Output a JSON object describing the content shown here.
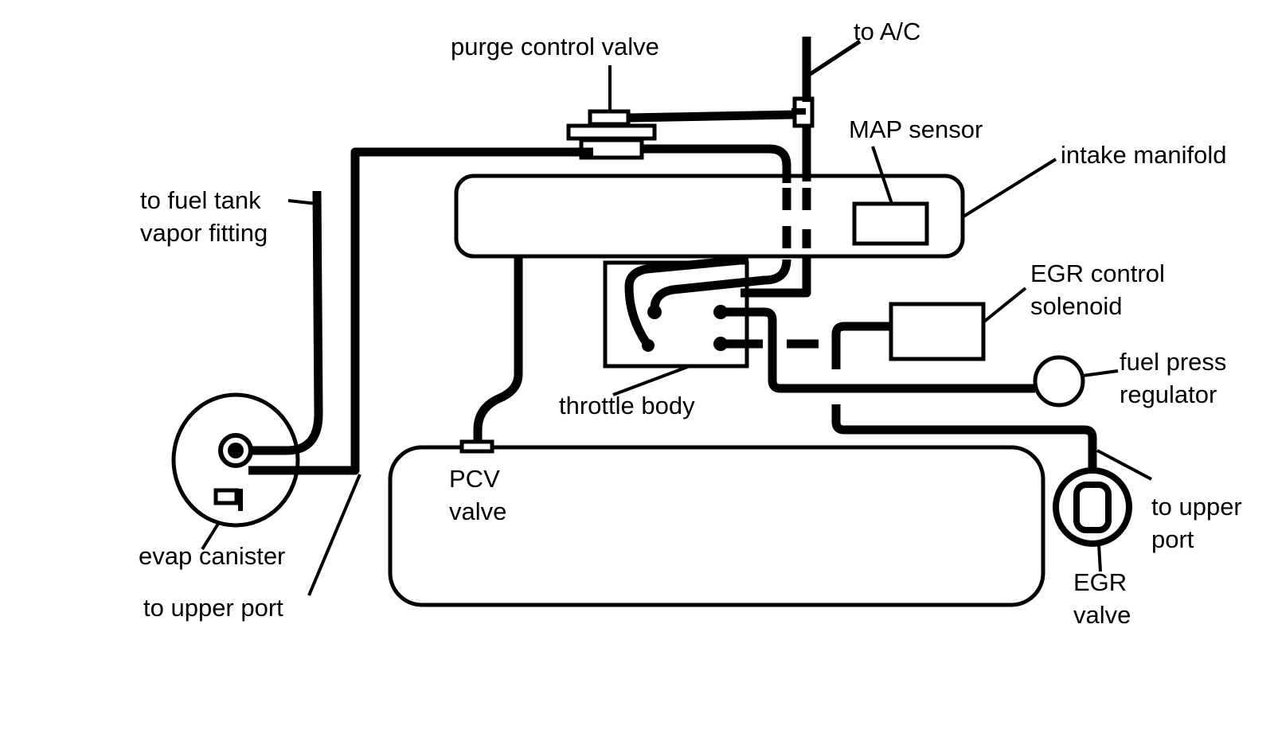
{
  "labels": {
    "purge_control_valve": "purge control valve",
    "to_ac": "to A/C",
    "map_sensor": "MAP sensor",
    "intake_manifold": "intake manifold",
    "to_fuel_tank_line1": "to fuel tank",
    "to_fuel_tank_line2": "vapor fitting",
    "egr_control_line1": "EGR control",
    "egr_control_line2": "solenoid",
    "fuel_press_line1": "fuel press",
    "fuel_press_line2": "regulator",
    "throttle_body": "throttle body",
    "pcv_line1": "PCV",
    "pcv_line2": "valve",
    "to_upper_port_right_line1": "to upper",
    "to_upper_port_right_line2": "port",
    "evap_canister": "evap canister",
    "to_upper_port_left": "to upper port",
    "egr_valve_line1": "EGR",
    "egr_valve_line2": "valve"
  },
  "colors": {
    "ink": "#000000",
    "paper": "#ffffff"
  }
}
